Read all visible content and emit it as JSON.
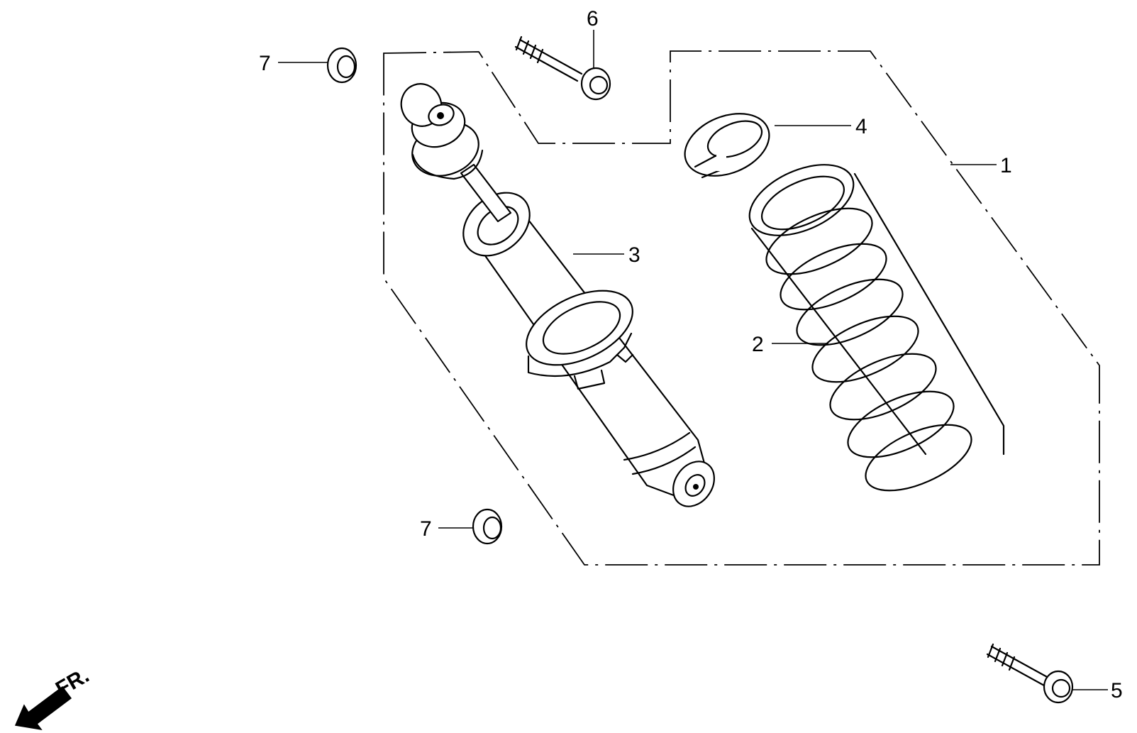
{
  "diagram": {
    "callouts": {
      "item1": "1",
      "item2": "2",
      "item3": "3",
      "item4": "4",
      "item5": "5",
      "item6": "6",
      "item7_top": "7",
      "item7_bottom": "7"
    },
    "front_marker": {
      "label": "FR."
    }
  }
}
